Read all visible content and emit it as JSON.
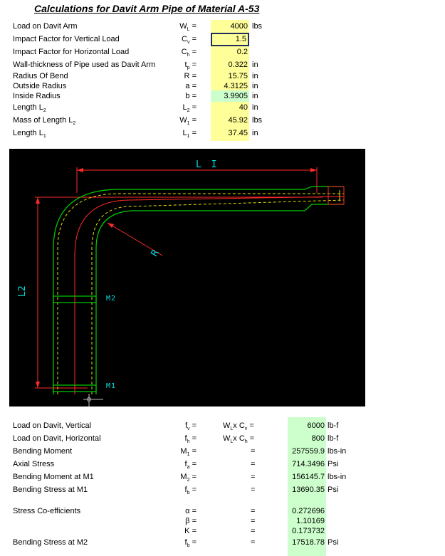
{
  "title": "Calculations for Davit Arm Pipe of Material A-53",
  "inputs": [
    {
      "label": "Load on Davit Arm",
      "sym": "W",
      "sub": "L",
      "value": "4000",
      "unit": "lbs"
    },
    {
      "label": "Impact Factor for Vertical Load",
      "sym": "C",
      "sub": "v",
      "value": "1.5",
      "unit": ""
    },
    {
      "label": "Impact Factor for Horizontal Load",
      "sym": "C",
      "sub": "h",
      "value": "0.2",
      "unit": ""
    },
    {
      "label": "Wall-thickness of Pipe used as Davit Arm",
      "sym": "t",
      "sub": "p",
      "value": "0.322",
      "unit": "in"
    },
    {
      "label": "Radius Of Bend",
      "sym": "R",
      "sub": "",
      "value": "15.75",
      "unit": "in"
    },
    {
      "label": "Outside Radius",
      "sym": "a",
      "sub": "",
      "value": "4.3125",
      "unit": "in"
    },
    {
      "label": "Inside Radius",
      "sym": "b",
      "sub": "",
      "value": "3.9905",
      "unit": "in"
    },
    {
      "label": "Length L",
      "sub_label": "2",
      "sym": "L",
      "sub": "2",
      "value": "40",
      "unit": "in"
    },
    {
      "label": "Mass of Length L",
      "sub_label": "2",
      "sym": "W",
      "sub": "1",
      "value": "45.92",
      "unit": "lbs"
    },
    {
      "label": "Length L",
      "sub_label": "1",
      "sym": "L",
      "sub": "1",
      "value": "37.45",
      "unit": "in"
    }
  ],
  "drawing": {
    "label_l1": "L I",
    "label_l2": "L2",
    "label_r": "R",
    "label_m1": "M1",
    "label_m2": "M2"
  },
  "results": [
    {
      "label": "Load on Davit, Vertical",
      "sym": "f",
      "sub": "v",
      "formula": "W",
      "fsub1": "L",
      "fmid": "x C",
      "fsub2": "v",
      "value": "6000",
      "unit": "lb-f"
    },
    {
      "label": "Load on Davit, Horizontal",
      "sym": "f",
      "sub": "h",
      "formula": "W",
      "fsub1": "L",
      "fmid": "x C",
      "fsub2": "h",
      "value": "800",
      "unit": "lb-f"
    },
    {
      "label": "Bending Moment",
      "sym": "M",
      "sub": "1",
      "value": "257559.9",
      "unit": "lbs-in"
    },
    {
      "label": "Axial Stress",
      "sym": "f",
      "sub": "a",
      "value": "714.3496",
      "unit": "Psi"
    },
    {
      "label": "Bending Moment at M1",
      "sym": "M",
      "sub": "2",
      "value": "156145.7",
      "unit": "lbs-in"
    },
    {
      "label": "Bending Stress at M1",
      "sym": "f",
      "sub": "b",
      "value": "13690.35",
      "unit": "Psi"
    }
  ],
  "coefficients": {
    "label": "Stress Co-efficients",
    "items": [
      {
        "sym": "α",
        "value": "0.272696"
      },
      {
        "sym": "β",
        "value": "1.10169"
      },
      {
        "sym": "K",
        "value": "0.173732"
      }
    ]
  },
  "final": {
    "label": "Bending Stress at M2",
    "sym": "f",
    "sub": "b",
    "value": "17518.78",
    "unit": "Psi"
  },
  "eq": "="
}
